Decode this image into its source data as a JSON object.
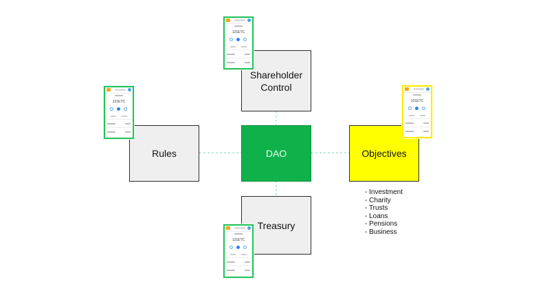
{
  "diagram": {
    "center": {
      "label": "DAO",
      "fill": "#0fb14b"
    },
    "top": {
      "label_line1": "Shareholder",
      "label_line2": "Control",
      "fill": "#efefef"
    },
    "left": {
      "label": "Rules",
      "fill": "#efefef"
    },
    "right": {
      "label": "Objectives",
      "fill": "#ffff00"
    },
    "bottom": {
      "label": "Treasury",
      "fill": "#efefef"
    },
    "connector_color": "#7fd3b9",
    "objectives_list": [
      "Investment",
      "Charity",
      "Trusts",
      "Loans",
      "Pensions",
      "Business"
    ]
  },
  "phones": {
    "amount": "121ETC",
    "border_green": "#1fc45a",
    "border_yellow": "#ffeb00"
  }
}
